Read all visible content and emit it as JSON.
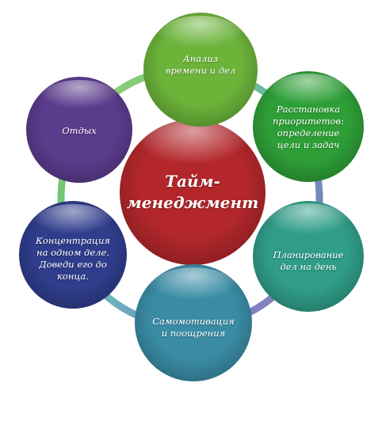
{
  "diagram": {
    "center": {
      "label": "Тайм-\nменеджмент",
      "color": "#b3272b"
    },
    "nodes": [
      {
        "id": "analysis",
        "label": "Анализ\nвремени и дел",
        "color": "#6cb33a"
      },
      {
        "id": "priorities",
        "label": "Расстановка\nприоритетов:\nопределение\nцели и задач",
        "color": "#2e9f37"
      },
      {
        "id": "planning",
        "label": "Планирование\nдел на день",
        "color": "#2f9d88"
      },
      {
        "id": "motivation",
        "label": "Самомотивация\nи поощрения",
        "color": "#3a8ca5"
      },
      {
        "id": "concentration",
        "label": "Концентрация\nна одном деле.\nДоведи его до\nконца.",
        "color": "#2f3d8c"
      },
      {
        "id": "rest",
        "label": "Отдых",
        "color": "#5b3b8c"
      }
    ]
  }
}
